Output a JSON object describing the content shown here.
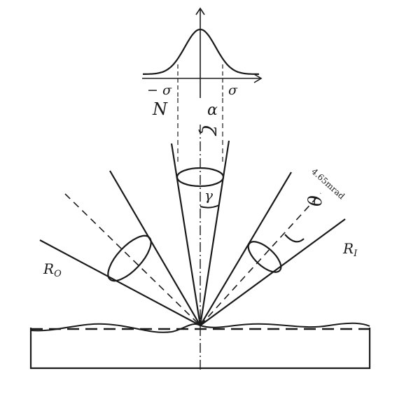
{
  "labels": {
    "minus_sigma": "− σ",
    "sigma": "σ",
    "N": "N",
    "alpha": "α",
    "zeta": "ζ",
    "gamma": "γ",
    "theta": "θ",
    "angle_value": "4.65mrad",
    "R_O": "R",
    "R_O_sub": "O",
    "R_I": "R",
    "R_I_sub": "I"
  },
  "colors": {
    "ink": "#1a1a1a",
    "background": "#ffffff"
  }
}
